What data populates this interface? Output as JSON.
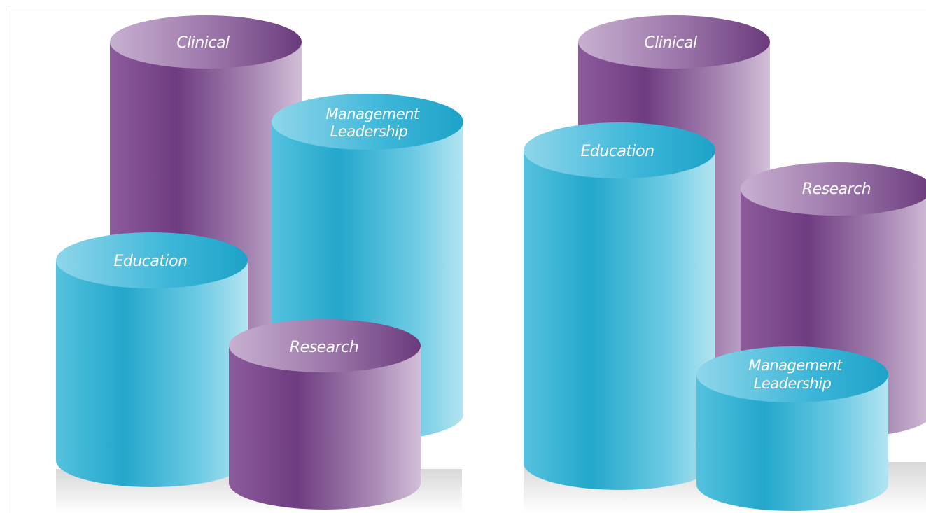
{
  "diagram": {
    "left_group": {
      "clinical": "Clinical",
      "management_line1": "Management",
      "management_line2": "Leadership",
      "education": "Education",
      "research": "Research"
    },
    "right_group": {
      "clinical": "Clinical",
      "education": "Education",
      "research": "Research",
      "management_line1": "Management",
      "management_line2": "Leadership"
    }
  },
  "colors": {
    "purple_dark": "#6e3c80",
    "purple_light": "#c3a6cc",
    "cyan_dark": "#27aacd",
    "cyan_light": "#a9e0ef"
  }
}
